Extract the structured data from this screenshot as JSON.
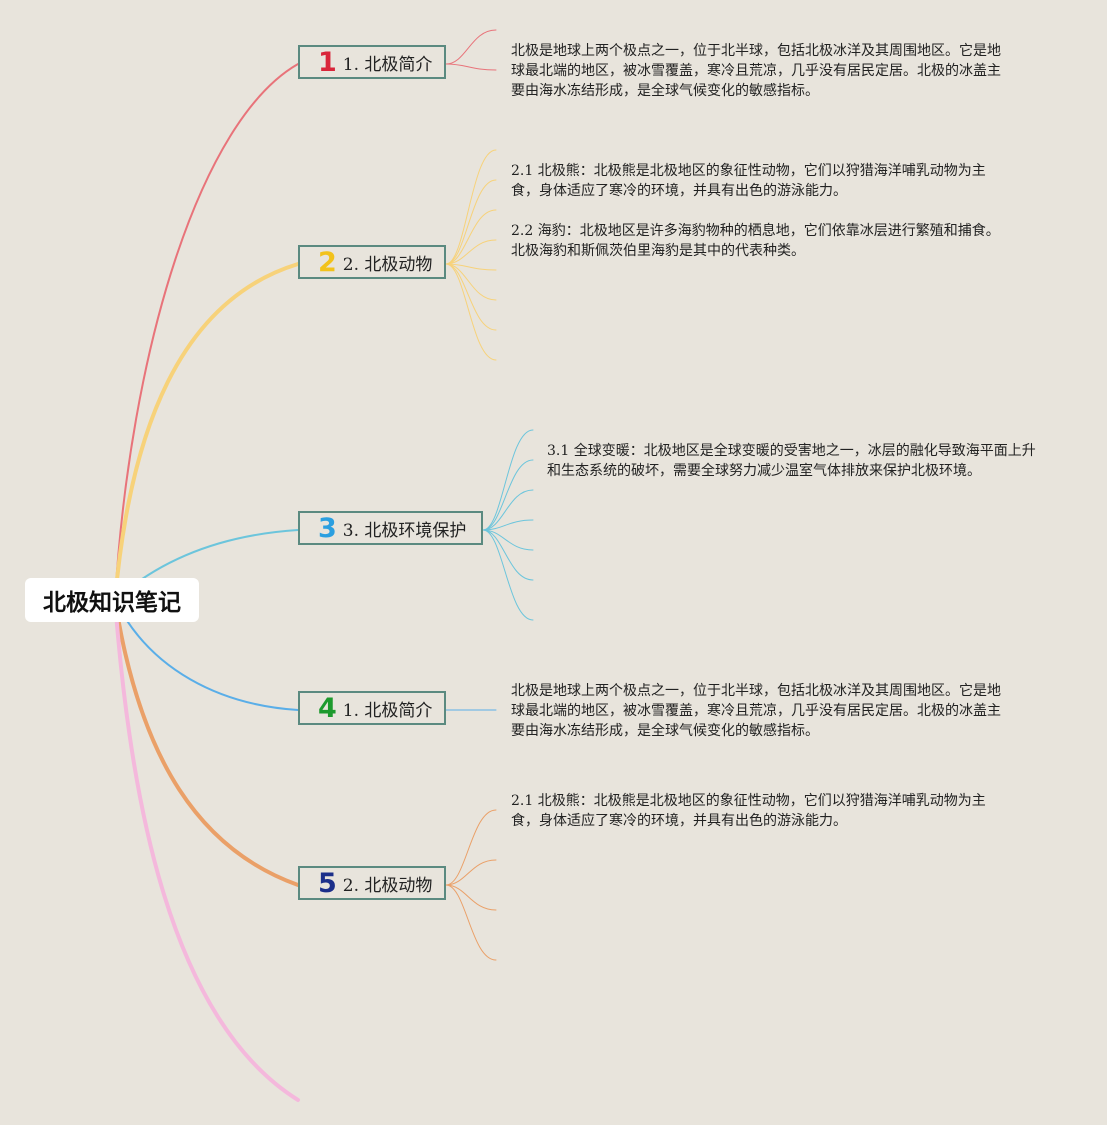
{
  "root": {
    "label": "北极知识笔记"
  },
  "topics": [
    {
      "number": "1",
      "label": "1. 北极简介",
      "color": "#e8737a",
      "number_color": "#d9263a",
      "notes": [
        "北极是地球上两个极点之一，位于北半球，包括北极冰洋及其周围地区。它是地球最北端的地区，被冰雪覆盖，寒冷且荒凉，几乎没有居民定居。北极的冰盖主要由海水冻结形成，是全球气候变化的敏感指标。"
      ]
    },
    {
      "number": "2",
      "label": "2. 北极动物",
      "color": "#f7d27a",
      "number_color": "#f2c21b",
      "notes": [
        "2.1 北极熊：北极熊是北极地区的象征性动物，它们以狩猎海洋哺乳动物为主食，身体适应了寒冷的环境，并具有出色的游泳能力。",
        "2.2 海豹：北极地区是许多海豹物种的栖息地，它们依靠冰层进行繁殖和捕食。北极海豹和斯佩茨伯里海豹是其中的代表种类。"
      ]
    },
    {
      "number": "3",
      "label": "3. 北极环境保护",
      "color": "#6cc5dc",
      "number_color": "#2b9fe0",
      "notes": [
        "3.1 全球变暖：北极地区是全球变暖的受害地之一，冰层的融化导致海平面上升和生态系统的破坏，需要全球努力减少温室气体排放来保护北极环境。"
      ]
    },
    {
      "number": "4",
      "label": "1. 北极简介",
      "color": "#5aaee8",
      "number_color": "#1e9a2e",
      "notes": [
        "北极是地球上两个极点之一，位于北半球，包括北极冰洋及其周围地区。它是地球最北端的地区，被冰雪覆盖，寒冷且荒凉，几乎没有居民定居。北极的冰盖主要由海水冻结形成，是全球气候变化的敏感指标。"
      ]
    },
    {
      "number": "5",
      "label": "2. 北极动物",
      "color": "#eaa068",
      "number_color": "#1c2f8a",
      "notes": [
        "2.1 北极熊：北极熊是北极地区的象征性动物，它们以狩猎海洋哺乳动物为主食，身体适应了寒冷的环境，并具有出色的游泳能力。"
      ]
    }
  ],
  "tail_branch_color": "#f4b8dc"
}
